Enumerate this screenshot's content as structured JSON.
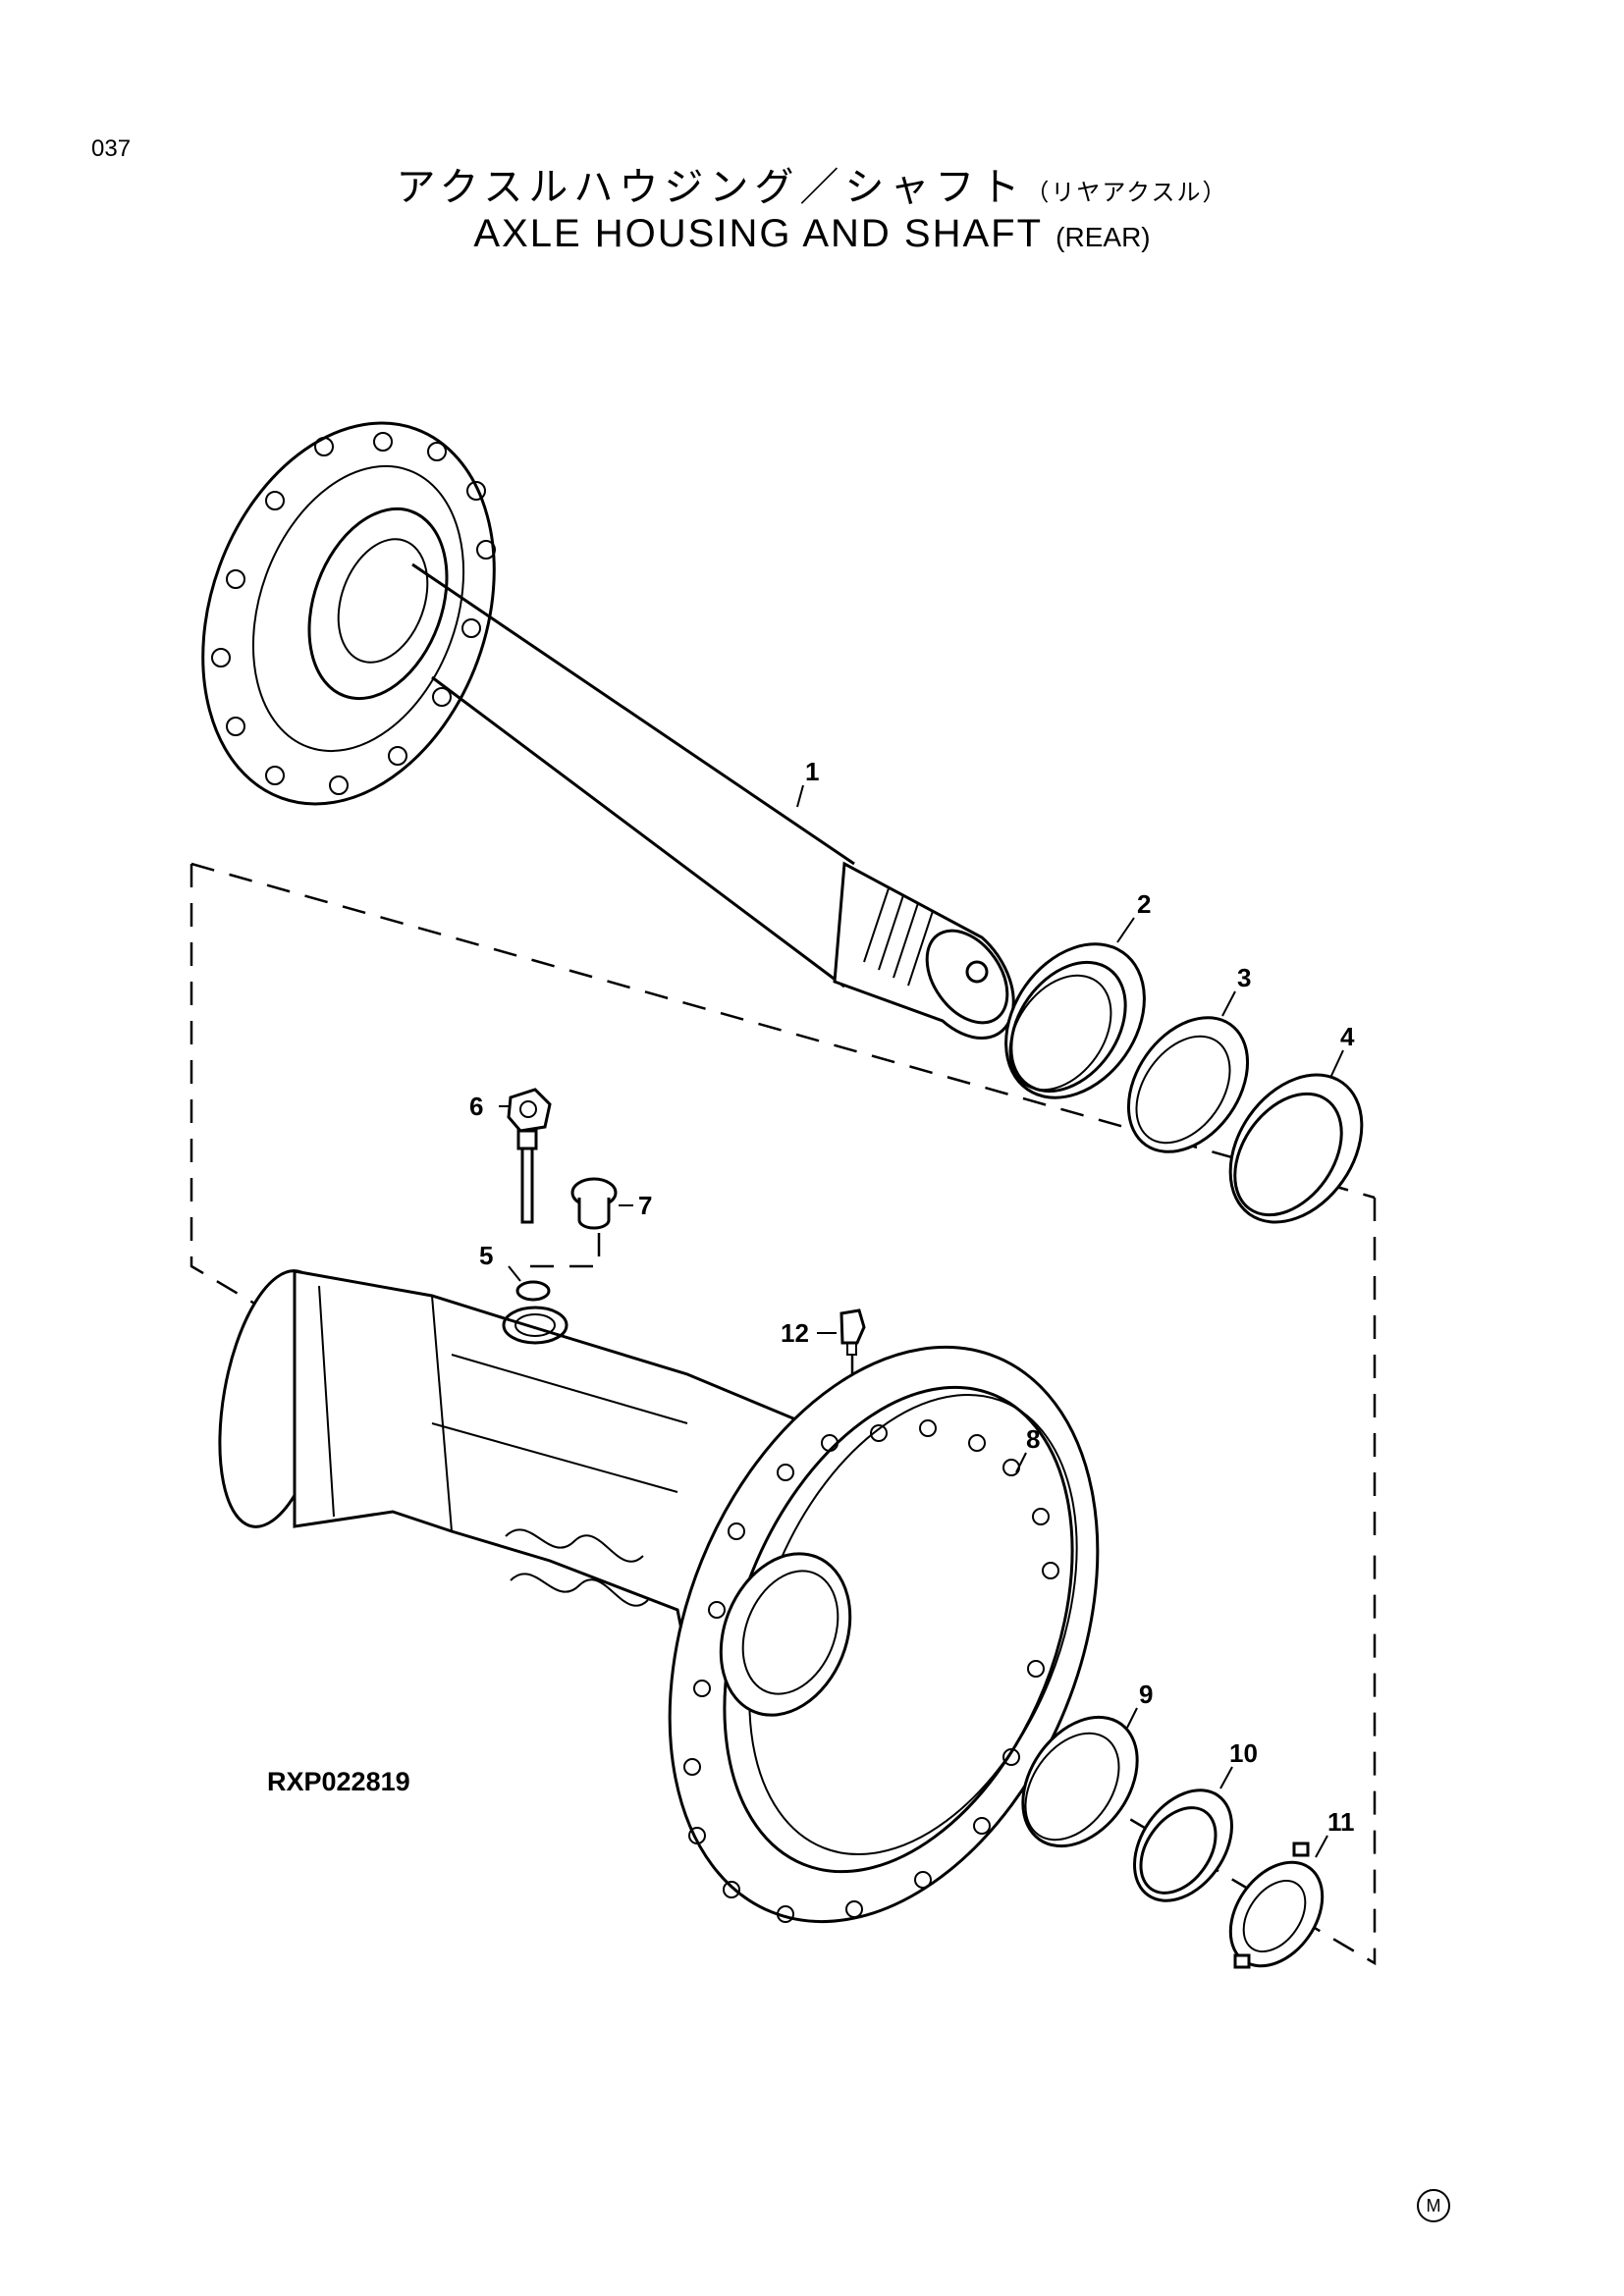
{
  "header": {
    "page_number": "037",
    "title_jp_main": "アクスルハウジング／シャフト",
    "title_jp_sub": "（リヤアクスル）",
    "title_en_main": "AXLE HOUSING AND SHAFT",
    "title_en_sub": "(REAR)"
  },
  "drawing_code": "RXP022819",
  "corner_mark": "M",
  "parts": {
    "p1": "1",
    "p2": "2",
    "p3": "3",
    "p4": "4",
    "p5": "5",
    "p6": "6",
    "p7": "7",
    "p8": "8",
    "p9": "9",
    "p10": "10",
    "p11": "11",
    "p12": "12"
  }
}
